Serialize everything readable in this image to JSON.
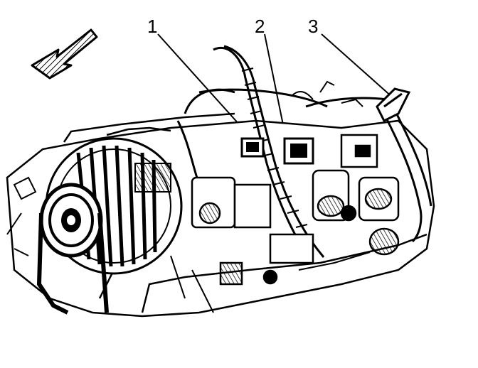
{
  "callouts": [
    {
      "id": "1",
      "label": "1"
    },
    {
      "id": "2",
      "label": "2"
    },
    {
      "id": "3",
      "label": "3"
    }
  ],
  "colors": {
    "ink": "#000000",
    "paper": "#ffffff"
  },
  "icons": [
    "direction-arrow-icon"
  ]
}
